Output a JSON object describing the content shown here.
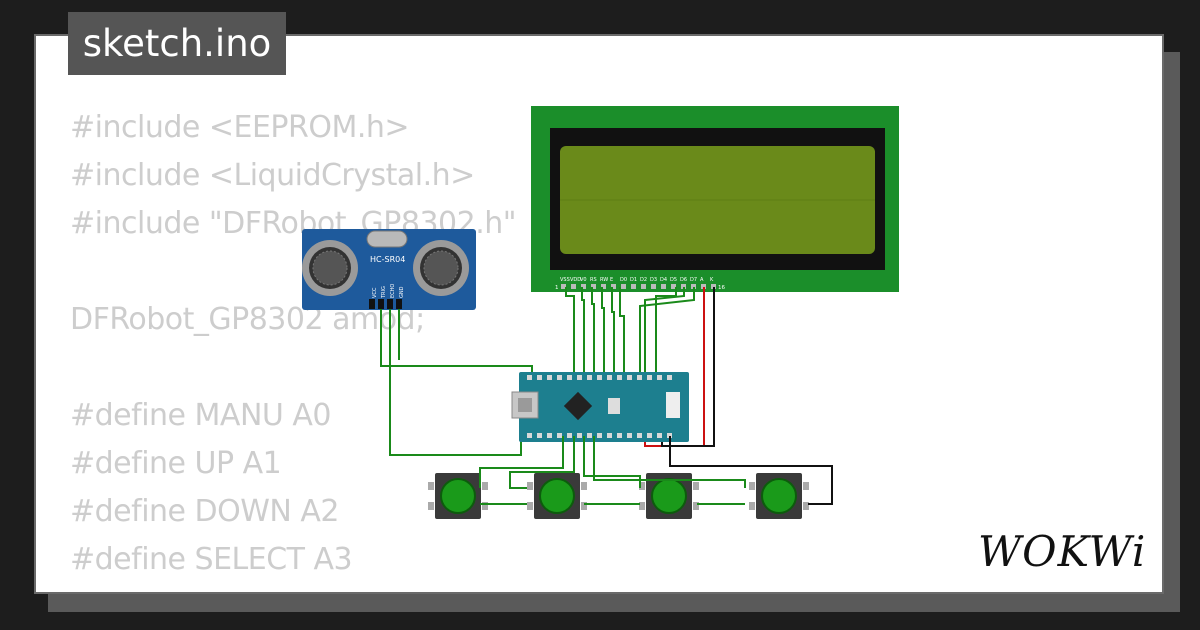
{
  "file": {
    "name": "sketch.ino"
  },
  "code": {
    "lines": [
      "#include <EEPROM.h>",
      "#include <LiquidCrystal.h>",
      "#include \"DFRobot_GP8302.h\"",
      "",
      "DFRobot_GP8302 amod;",
      "",
      "#define MANU A0",
      "#define UP A1",
      "#define DOWN A2",
      "#define SELECT A3"
    ]
  },
  "sensor": {
    "label": "HC-SR04",
    "pins": [
      "VCC",
      "TRIG",
      "ECHO",
      "GND"
    ]
  },
  "lcd": {
    "pins": [
      "VSS",
      "VDD",
      "V0",
      "RS",
      "RW",
      "E",
      "D0",
      "D1",
      "D2",
      "D3",
      "D4",
      "D5",
      "D6",
      "D7",
      "A",
      "K"
    ],
    "first_pin": "1",
    "last_pin": "16"
  },
  "brand": {
    "name": "WOKWi"
  },
  "colors": {
    "background": "#1d1d1d",
    "card": "#ffffff",
    "tab": "#555555",
    "code_text": "#cdcdcd",
    "wire_green": "#1a8a1a",
    "lcd_pcb": "#1b8e2a",
    "lcd_screen": "#6a8a1a",
    "arduino": "#1d7f8f",
    "button": "#1a9a1a"
  }
}
